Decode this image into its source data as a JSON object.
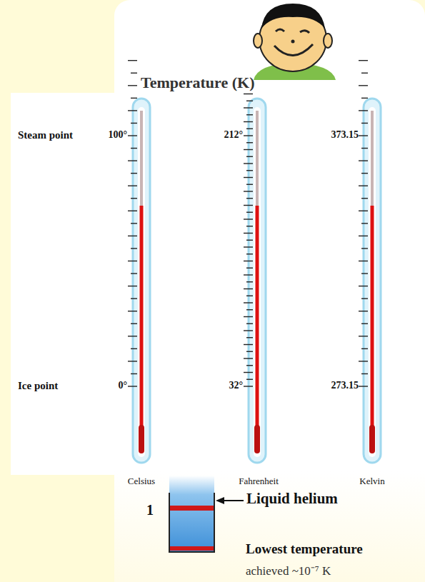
{
  "diagram": {
    "title": "Temperature (K)",
    "labels": [
      "Steam point",
      "100°",
      "212°",
      "373.15",
      "Ice point",
      "0°",
      "32°",
      "273.15",
      "Celsius",
      "Fahrenheit",
      "Kelvin",
      "1",
      "Liquid helium",
      "Lowest temperature",
      "achieved ~10⁻⁷ K"
    ]
  }
}
